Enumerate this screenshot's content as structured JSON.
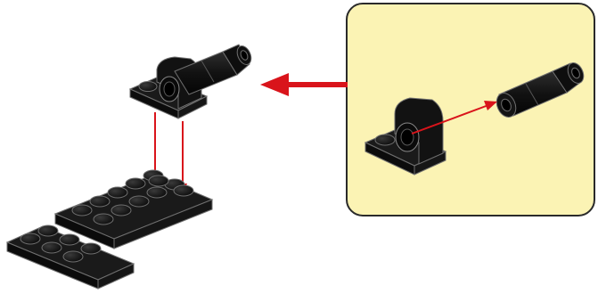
{
  "instruction_page": {
    "step_type": "lego-assembly-step",
    "page_background": "#ffffff",
    "colors": {
      "brick": "#111111",
      "brick_outline": "#6f6f6f",
      "arrow": "#d9141b",
      "callout_fill": "#fbf3b4",
      "callout_border": "#2a2a2a"
    },
    "callout": {
      "kind": "sub-assembly-box",
      "parts": [
        "plate-1x2-with-pin-hole",
        "technic-pin-connector"
      ]
    },
    "main_model": {
      "parts": [
        "sub-assembly-pin-plate",
        "base-plates-stack"
      ]
    },
    "arrows": {
      "callout_to_main": "left-arrow",
      "placement": "down-arrows",
      "insert_pin": "diagonal-arrow"
    }
  }
}
